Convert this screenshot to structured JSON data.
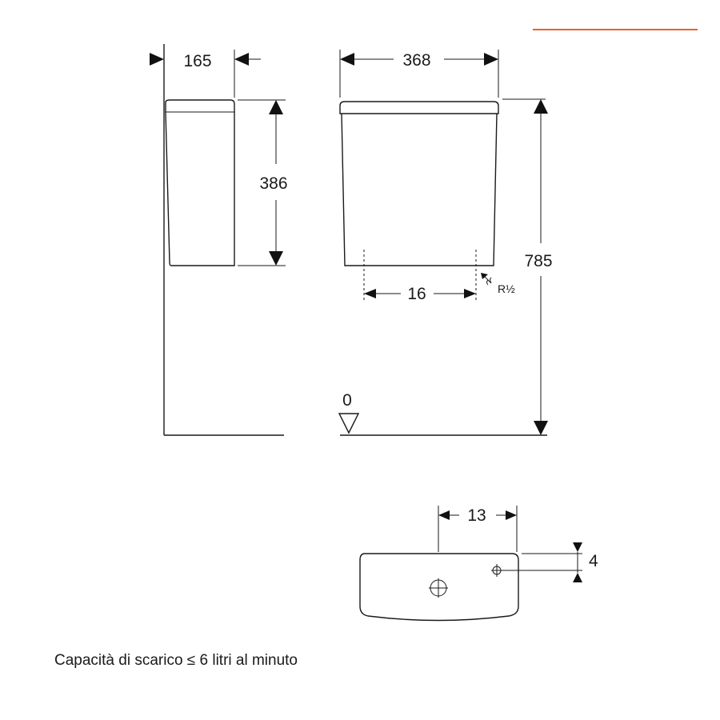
{
  "accent_color": "#e8632b",
  "dimensions": {
    "depth": "165",
    "width": "368",
    "tank_height": "386",
    "total_height": "785",
    "inlet_spacing": "16",
    "inlet_thread": "R½",
    "floor_level": "0",
    "outlet_offset": "13",
    "outlet_depth": "4"
  },
  "caption": "Capacità di scarico ≤ 6 litri al minuto"
}
